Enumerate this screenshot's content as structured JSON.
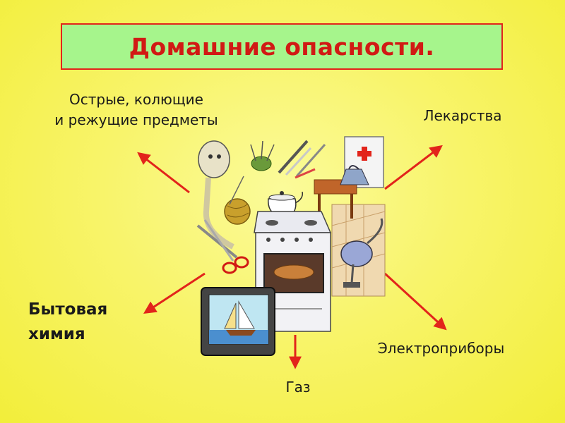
{
  "title": "Домашние опасности.",
  "labels": {
    "sharp_line1": "Острые, колющие",
    "sharp_line2": "и режущие предметы",
    "medicines": "Лекарства",
    "chemicals_line1": "Бытовая",
    "chemicals_line2": "химия",
    "gas": "Газ",
    "electrical": "Электроприборы"
  },
  "colors": {
    "background": "#f8f46a",
    "title_box": "#a6f58c",
    "title_text": "#d11a14",
    "arrow": "#e2241b"
  }
}
